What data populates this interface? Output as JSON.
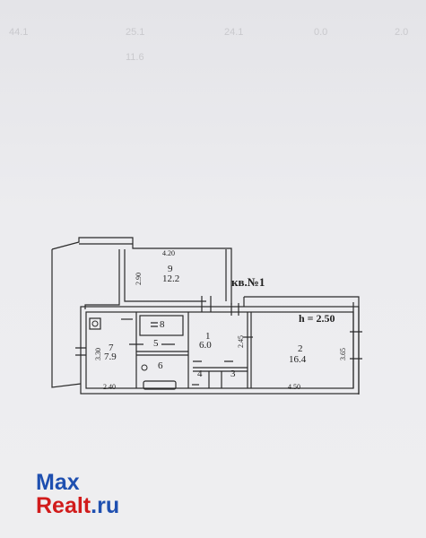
{
  "bleed_through": [
    "44.1",
    "25.1",
    "24.1",
    "0.0",
    "2.0",
    "11.6"
  ],
  "rooms": [
    {
      "id": "r1",
      "number": "1",
      "area": "6.0"
    },
    {
      "id": "r2",
      "number": "2",
      "area": "16.4"
    },
    {
      "id": "r3",
      "number": "3"
    },
    {
      "id": "r4",
      "number": "4"
    },
    {
      "id": "r5",
      "number": "5"
    },
    {
      "id": "r6",
      "number": "6"
    },
    {
      "id": "r7",
      "number": "7",
      "area": "7.9"
    },
    {
      "id": "r8",
      "number": "8"
    },
    {
      "id": "r9",
      "number": "9",
      "area": "12.2"
    }
  ],
  "dimensions": {
    "top_width": "4.20",
    "balcony_depth": "2.90",
    "left_height": "3.30",
    "bottom_left": "2.40",
    "middle_height": "2.45",
    "right_height": "3.65",
    "bottom_right": "4.50"
  },
  "apartment_label": "кв.№1",
  "ceiling_height": "h = 2.50",
  "logo": {
    "part1": "Max",
    "part2": "Realt",
    "part3": ".ru"
  },
  "colors": {
    "logo_blue": "#1e4fb0",
    "logo_red": "#d11b1b",
    "line": "#2a2a2a"
  }
}
